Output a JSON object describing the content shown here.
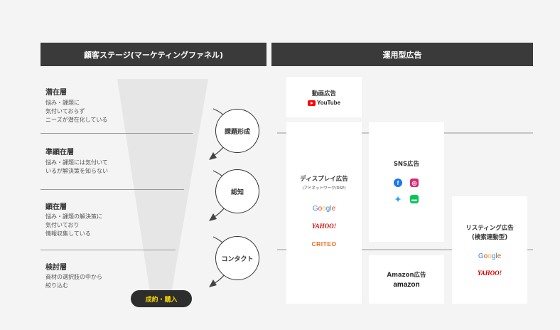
{
  "headers": {
    "funnel": "顧客ステージ(マーケティングファネル)",
    "ads": "運用型広告"
  },
  "stages": [
    {
      "title": "潜在層",
      "desc": [
        "悩み・課題に",
        "気付いておらず",
        "ニーズが潜在化している"
      ]
    },
    {
      "title": "準顕在層",
      "desc": [
        "悩み・課題には気付いて",
        "いるが解決策を知らない"
      ]
    },
    {
      "title": "顕在層",
      "desc": [
        "悩み・課題の解決策に",
        "気付いており",
        "情報収集している"
      ]
    },
    {
      "title": "検討層",
      "desc": [
        "商材の選択肢の中から",
        "絞り込む"
      ]
    }
  ],
  "transitions": [
    "課題形成",
    "認知",
    "コンタクト"
  ],
  "conversion": "成約・購入",
  "ad_cards": {
    "video": {
      "title": "動画広告",
      "logos": [
        "YouTube"
      ]
    },
    "display": {
      "title": "ディスプレイ広告",
      "subtitle": "(アドネットワーク/DSP)",
      "logos": [
        "Google",
        "YAHOO!",
        "CRITEO"
      ]
    },
    "sns": {
      "title": "SNS広告",
      "icons": [
        "facebook-icon",
        "instagram-icon",
        "twitter-icon",
        "line-icon"
      ]
    },
    "amazon": {
      "title": "Amazon広告",
      "logos": [
        "amazon"
      ]
    },
    "listing": {
      "title_line1": "リスティング広告",
      "title_line2": "(検索連動型)",
      "logos": [
        "Google",
        "YAHOO!"
      ]
    }
  },
  "colors": {
    "header_bg": "#3a3a3a",
    "pill_bg": "#2d2d2d",
    "pill_text": "#f2d300",
    "youtube_red": "#ff0000"
  }
}
